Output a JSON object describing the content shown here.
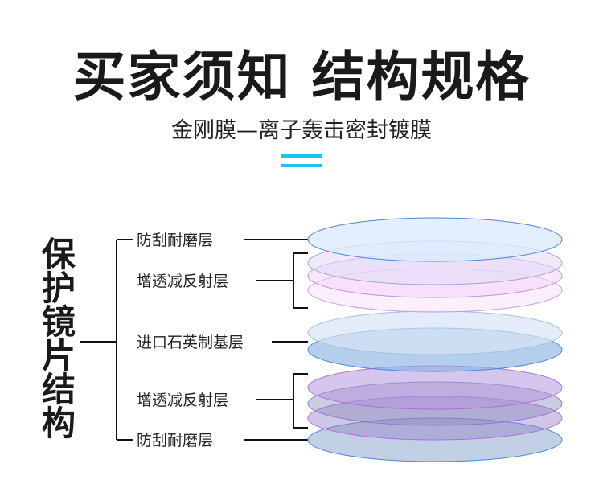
{
  "header": {
    "title": "买家须知 结构规格",
    "subtitle": "金刚膜—离子轰击密封镀膜"
  },
  "structure": {
    "heading_chars": [
      "保",
      "护",
      "镜",
      "片",
      "结",
      "构"
    ],
    "labels": [
      "防刮耐磨层",
      "增透减反射层",
      "进口石英制基层",
      "增透减反射层",
      "防刮耐磨层"
    ]
  },
  "colors": {
    "accent": "#1fc3f0",
    "blue": "#5b8fd6",
    "purple": "#b06fd8"
  }
}
